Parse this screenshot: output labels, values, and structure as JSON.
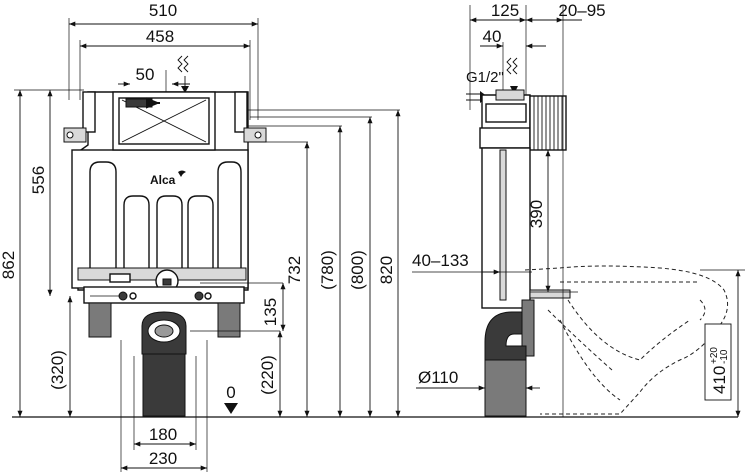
{
  "front_view": {
    "width_frame": "510",
    "width_inner": "458",
    "inlet_offset": "50",
    "height_overall": "862",
    "height_frame": "556",
    "height_732": "732",
    "height_780": "(780)",
    "height_800": "(800)",
    "height_820": "820",
    "height_135": "135",
    "height_220": "(220)",
    "height_320": "(320)",
    "floor_zero": "0",
    "pipe_spacing": "180",
    "bottom_width": "230",
    "brand_logo": "Alca"
  },
  "side_view": {
    "depth_125": "125",
    "wall_gap": "20–95",
    "inlet_depth": "40",
    "inlet_thread": "G1/2\"",
    "flush_height": "390",
    "adjust_range": "40–133",
    "drain_diameter": "Ø110",
    "bowl_height_main": "410",
    "bowl_tol_plus": "+20",
    "bowl_tol_minus": "-10"
  },
  "colors": {
    "line": "#111111",
    "fill_dark": "#3a3a3a",
    "fill_mid": "#7a7a7a",
    "fill_light": "#d9d9d9"
  }
}
